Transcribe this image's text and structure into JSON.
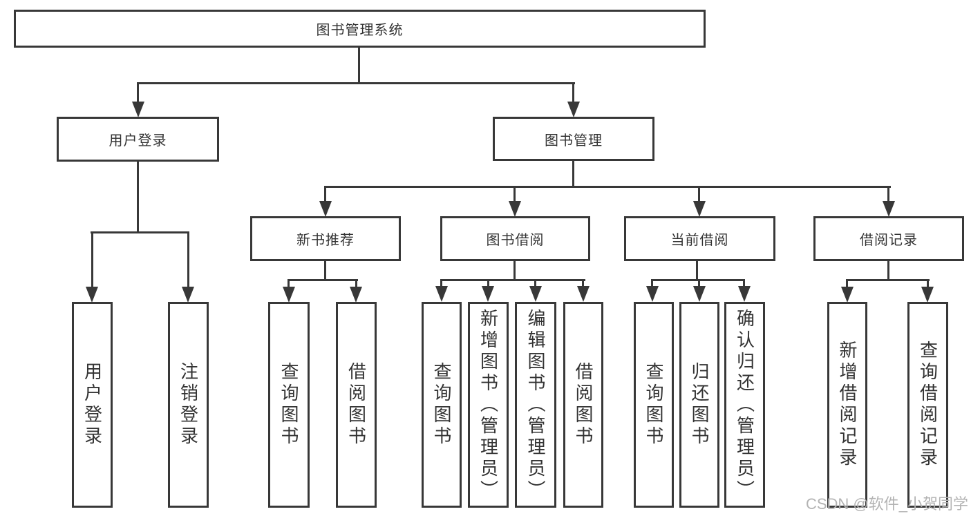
{
  "diagram": {
    "root": {
      "label": "图书管理系统"
    },
    "branches": [
      {
        "label": "用户登录",
        "children": [
          {
            "label": "用户登录"
          },
          {
            "label": "注销登录"
          }
        ]
      },
      {
        "label": "图书管理",
        "children": [
          {
            "label": "新书推荐",
            "children": [
              {
                "label": "查询图书"
              },
              {
                "label": "借阅图书"
              }
            ]
          },
          {
            "label": "图书借阅",
            "children": [
              {
                "label": "查询图书"
              },
              {
                "label": "新增图书（管理员）"
              },
              {
                "label": "编辑图书（管理员）"
              },
              {
                "label": "借阅图书"
              }
            ]
          },
          {
            "label": "当前借阅",
            "children": [
              {
                "label": "查询图书"
              },
              {
                "label": "归还图书"
              },
              {
                "label": "确认归还（管理员）"
              }
            ]
          },
          {
            "label": "借阅记录",
            "children": [
              {
                "label": "新增借阅记录"
              },
              {
                "label": "查询借阅记录"
              }
            ]
          }
        ]
      }
    ],
    "watermark": {
      "text": "CSDN @软件_小贺同学",
      "color": "#b3b3b3"
    },
    "colors": {
      "line": "#383838",
      "text": "#333333",
      "box_background": "#ffffff",
      "page_background": "#ffffff"
    }
  }
}
